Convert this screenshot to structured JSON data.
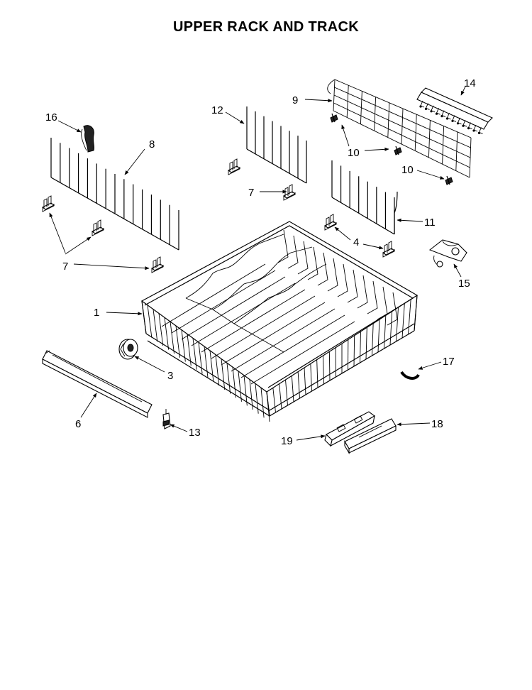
{
  "title": "UPPER RACK AND TRACK",
  "callouts": {
    "c1": "1",
    "c3": "3",
    "c4": "4",
    "c6": "6",
    "c7a": "7",
    "c7b": "7",
    "c7c": "7",
    "c8": "8",
    "c9": "9",
    "c10a": "10",
    "c10b": "10",
    "c11": "11",
    "c12": "12",
    "c13": "13",
    "c14": "14",
    "c15": "15",
    "c16": "16",
    "c17": "17",
    "c18": "18",
    "c19": "19"
  },
  "colors": {
    "line": "#000000",
    "background": "#ffffff"
  }
}
